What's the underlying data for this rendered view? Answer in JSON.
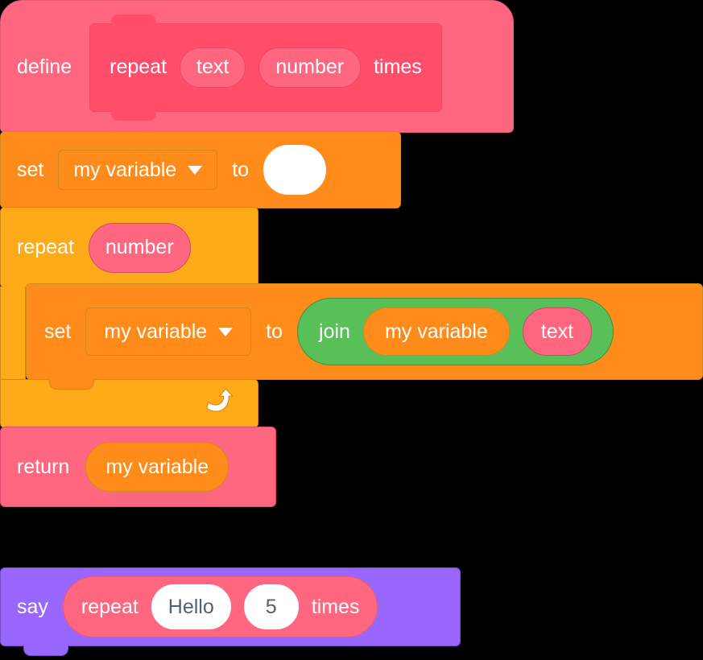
{
  "workspace": {
    "background_color": "#000000",
    "title": "Scratch block script"
  },
  "palette": {
    "my_blocks_pink": "#FF6680",
    "my_blocks_pink_dark": "#FF4D6A",
    "variables_orange": "#FF8C1A",
    "control_yellow": "#FFAB19",
    "operators_green": "#59C059",
    "looks_purple": "#9966FF",
    "input_white": "#FFFFFF",
    "input_text": "#575E75"
  },
  "define_block": {
    "keyword": "define",
    "prototype": {
      "label_1": "repeat",
      "arg_text": "text",
      "arg_number": "number",
      "label_2": "times"
    }
  },
  "set_outer": {
    "keyword": "set",
    "variable": "my variable",
    "dropdown_icon": "chevron-down-icon",
    "to": "to",
    "value": ""
  },
  "repeat_block": {
    "keyword": "repeat",
    "times_arg": "number",
    "loop_icon": "loop-arrow-icon"
  },
  "set_inner": {
    "keyword": "set",
    "variable": "my variable",
    "dropdown_icon": "chevron-down-icon",
    "to": "to",
    "join": {
      "keyword": "join",
      "operand_1": "my variable",
      "operand_2": "text"
    }
  },
  "return_block": {
    "keyword": "return",
    "value": "my variable"
  },
  "say_block": {
    "keyword": "say",
    "custom_call": {
      "label_1": "repeat",
      "input_text": "Hello",
      "input_number": "5",
      "label_2": "times"
    }
  }
}
